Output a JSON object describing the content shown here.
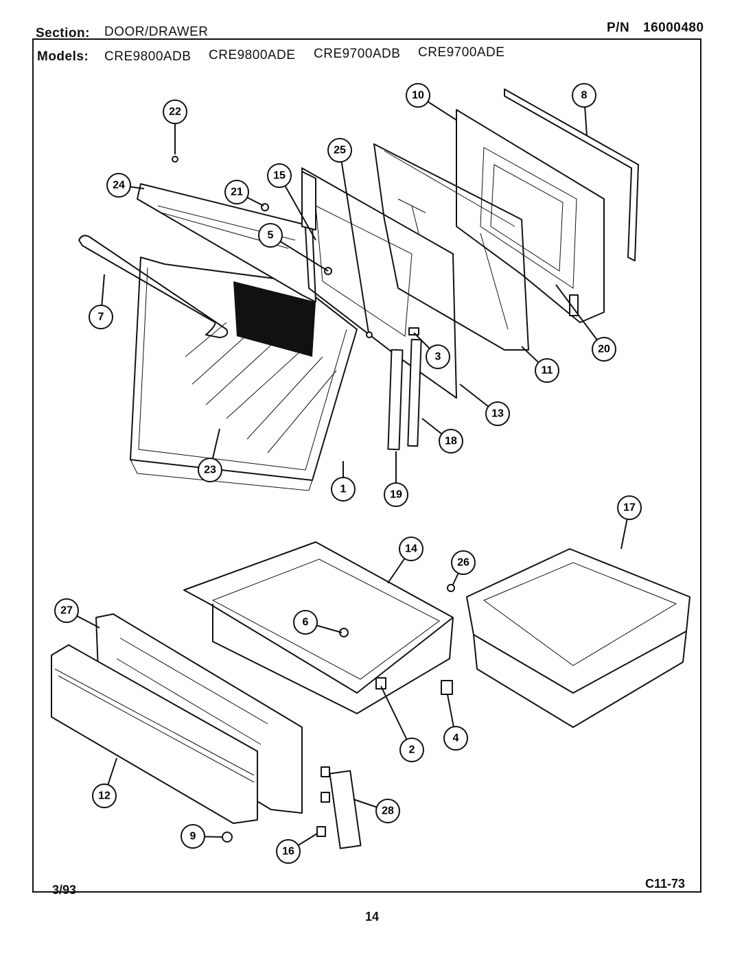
{
  "header": {
    "section_label": "Section:",
    "section_value": "DOOR/DRAWER",
    "pn_label": "P/N",
    "pn_value": "16000480",
    "models_label": "Models:",
    "models": [
      "CRE9800ADB",
      "CRE9800ADE",
      "CRE9700ADB",
      "CRE9700ADE"
    ]
  },
  "footer": {
    "date": "3/93",
    "code": "C11-73",
    "page_number": "14"
  },
  "callouts": [
    "1",
    "2",
    "3",
    "4",
    "5",
    "6",
    "7",
    "8",
    "9",
    "10",
    "11",
    "12",
    "13",
    "14",
    "15",
    "16",
    "17",
    "18",
    "19",
    "20",
    "21",
    "22",
    "23",
    "24",
    "25",
    "26",
    "27",
    "28"
  ]
}
